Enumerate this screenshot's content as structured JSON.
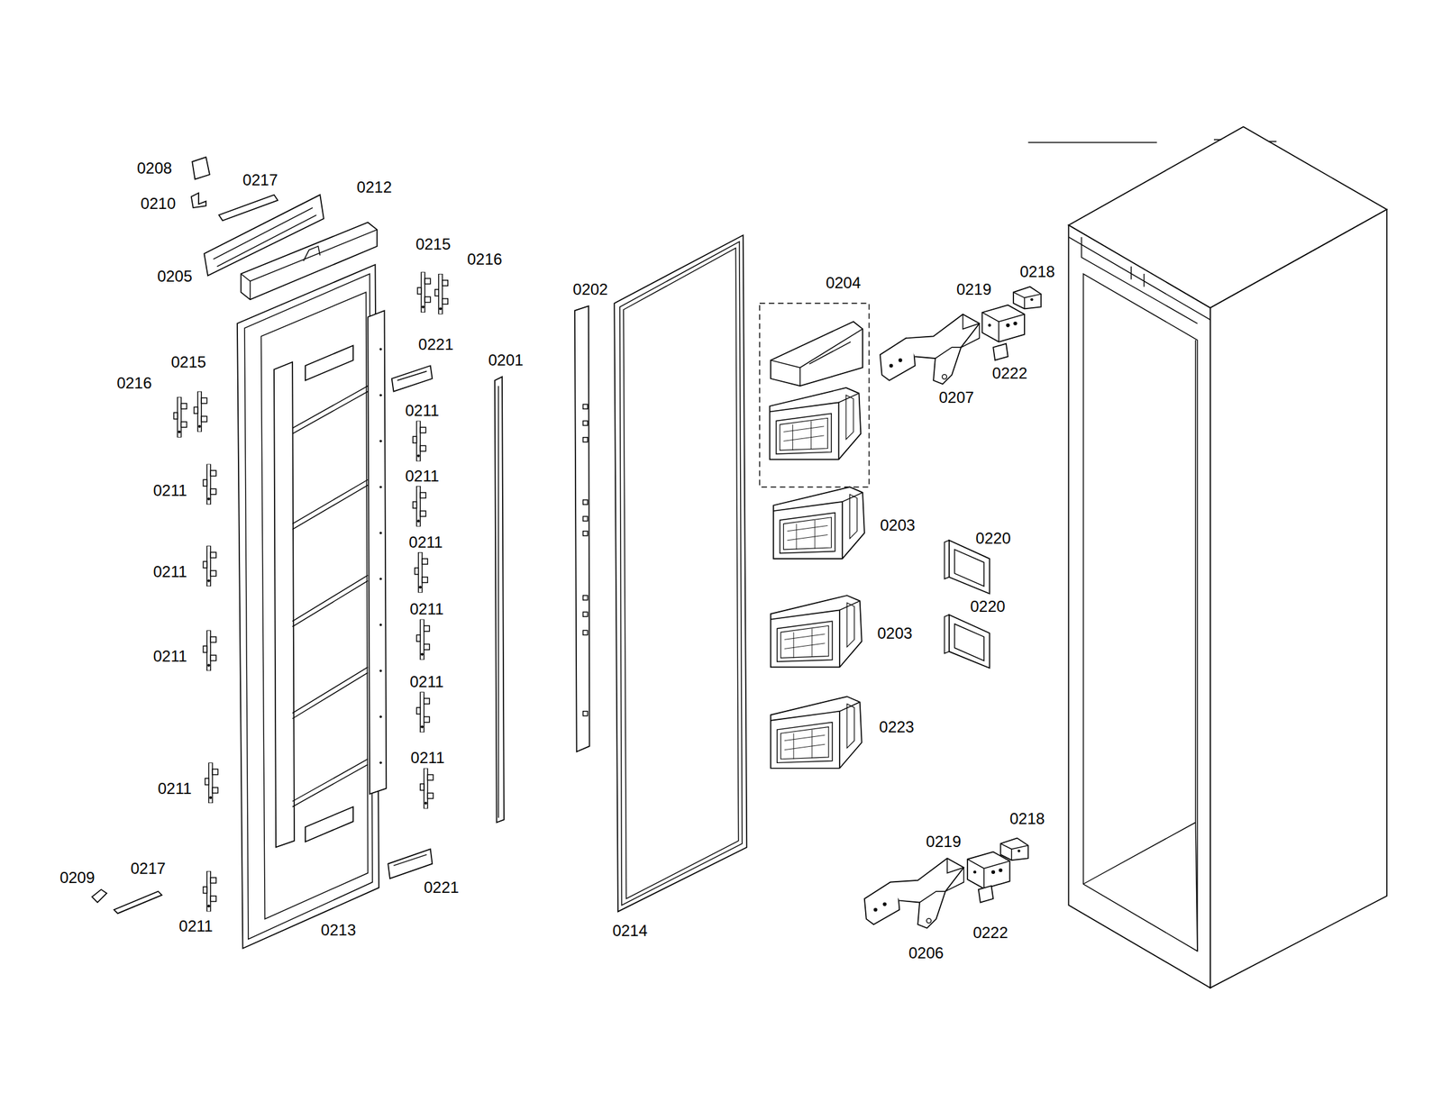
{
  "diagram": {
    "labels": [
      "0208",
      "0217",
      "0212",
      "0210",
      "0205",
      "0215",
      "0216",
      "0202",
      "0204",
      "0219",
      "0218",
      "0221",
      "0201",
      "0215",
      "0216",
      "0222",
      "0207",
      "0211",
      "0211",
      "0211",
      "0203",
      "0211",
      "0220",
      "0211",
      "0211",
      "0220",
      "0203",
      "0211",
      "0211",
      "0223",
      "0211",
      "0211",
      "0218",
      "0219",
      "0209",
      "0217",
      "0221",
      "0211",
      "0213",
      "0214",
      "0222",
      "0206"
    ]
  }
}
